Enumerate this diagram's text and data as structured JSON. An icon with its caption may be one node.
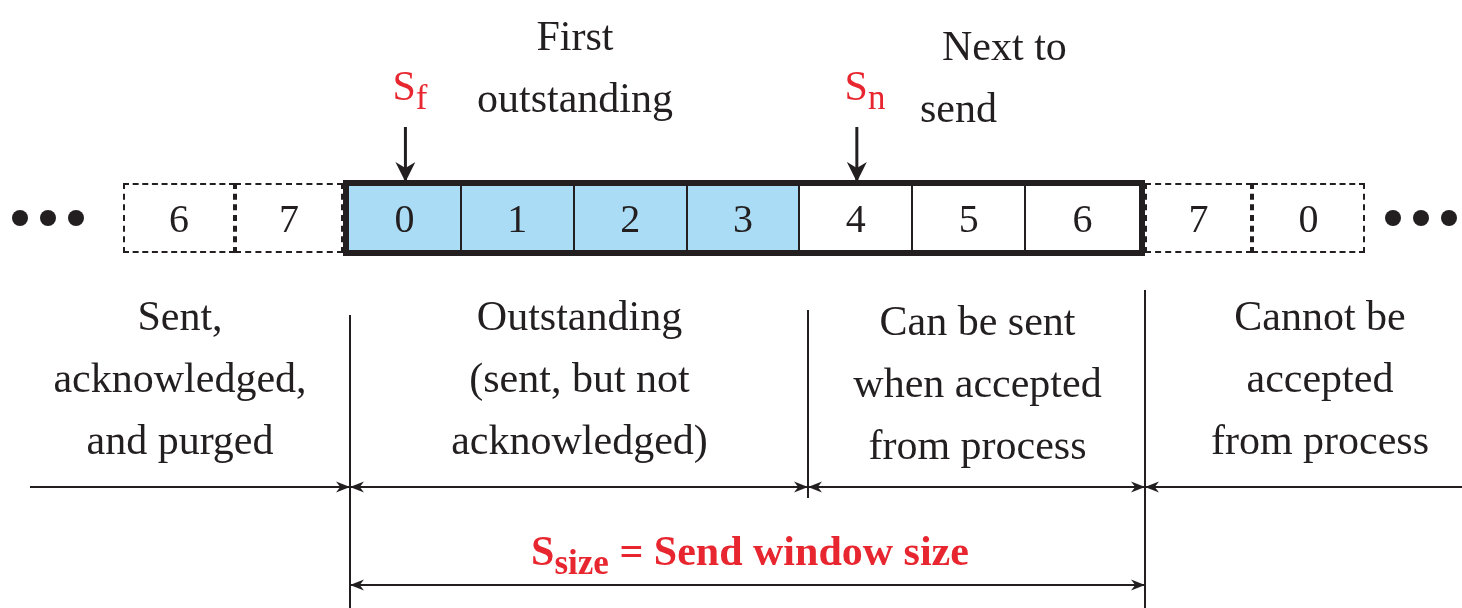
{
  "diagram": {
    "nodes": [
      {
        "text": [
          "S$_{f}$"
        ],
        "beside": [
          "First outstanding"
        ]
      },
      {
        "text": [
          "S$_{n}$"
        ],
        "beside": [
          "Next to send"
        ]
      },
      {
        "text": [
          "6"
        ]
      },
      {
        "text": [
          "7"
        ]
      },
      {
        "text": [],
        "shape": "box"
      },
      {
        "text": [
          "0"
        ],
        "in": 4
      },
      {
        "text": [
          "1"
        ],
        "in": 4
      },
      {
        "text": [
          "2"
        ],
        "in": 4
      },
      {
        "text": [
          "3"
        ],
        "in": 4
      },
      {
        "text": [
          "4"
        ],
        "in": 4
      },
      {
        "text": [
          "5"
        ],
        "in": 4
      },
      {
        "text": [
          "6"
        ],
        "in": 4
      },
      {
        "text": [
          "7"
        ]
      },
      {
        "text": [
          "0"
        ]
      }
    ],
    "edges": [
      {
        "from": 0,
        "to": 5,
        "arrow": "to"
      },
      {
        "from": 1,
        "to": 9,
        "arrow": "to"
      }
    ],
    "labels": [
      "Sent, acknowledged, and purged",
      "Outstanding (sent, but not acknowledged)",
      "Can be sent when accepted from process",
      "Cannot be accepted from process",
      "S$_{size}$ = Send window size"
    ]
  }
}
